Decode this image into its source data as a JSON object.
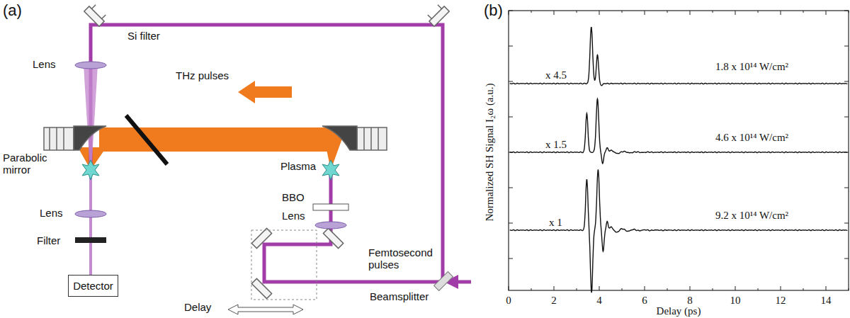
{
  "diagram": {
    "nodes": [
      {
        "text": [
          "Detector"
        ]
      }
    ],
    "labels": [
      "(a)",
      "Lens",
      "Si filter",
      "THz pulses",
      "Parabolic mirror",
      "Plasma",
      "Lens",
      "Filter",
      "BBO",
      "Lens",
      "Femtosecond pulses",
      "Beamsplitter",
      "Delay",
      "(b)",
      "x 4.5",
      "1.8 x 10¹⁴ W/cm²",
      "x 1.5",
      "4.6 x 10¹⁴ W/cm²",
      "x 1",
      "9.2 x 10¹⁴ W/cm²",
      "Normalized SH Signal I₂ω (a.u.)",
      "0",
      "2",
      "4",
      "6",
      "8",
      "10",
      "12",
      "14",
      "Delay (ps)"
    ]
  }
}
